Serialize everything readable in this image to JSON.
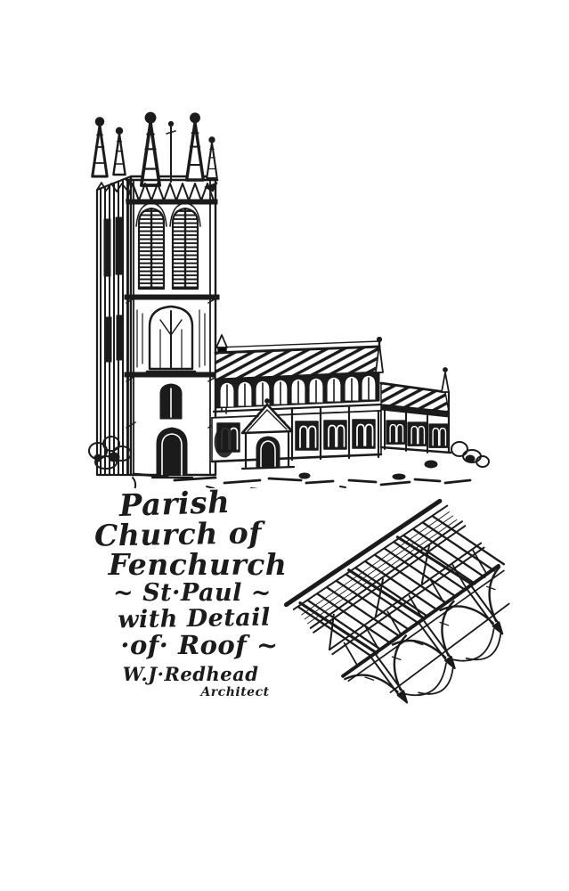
{
  "page": {
    "background": "#ffffff",
    "ink_color": "#1b1b1b"
  },
  "caption": {
    "lines": [
      "Parish",
      "Church of",
      "Fenchurch",
      "~ St·Paul ~",
      "with Detail",
      "·of· Roof ~",
      "W.J·Redhead",
      "Architect"
    ]
  },
  "drawings": {
    "church": {
      "name": "parish-church-exterior-sketch"
    },
    "roof": {
      "name": "roof-timber-detail-sketch"
    }
  }
}
